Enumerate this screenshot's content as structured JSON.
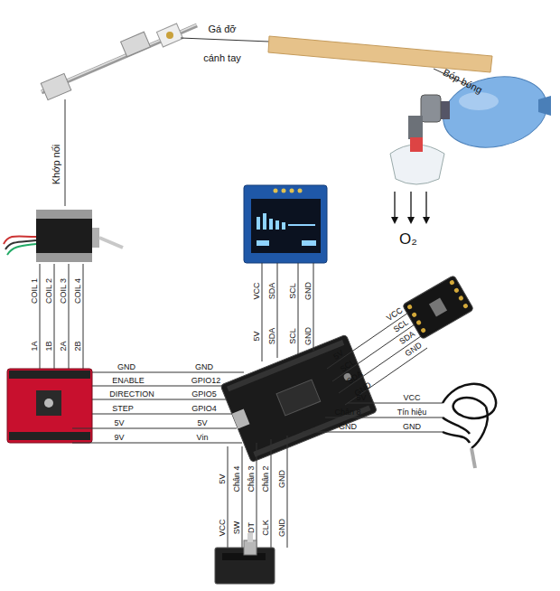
{
  "diagram": {
    "labels": [
      "Gá đỡ",
      "cánh tay",
      "Bóp bóng",
      "Khớp nối",
      "O₂",
      "COIL 1",
      "COIL 2",
      "COIL 3",
      "COIL 4",
      "1A",
      "1B",
      "2A",
      "2B",
      "VCC",
      "SDA",
      "SCL",
      "GND",
      "5V",
      "SDA",
      "SCL",
      "GND",
      "GND",
      "ENABLE",
      "DIRECTION",
      "STEP",
      "5V",
      "9V",
      "GND",
      "GPIO12",
      "GPIO5",
      "GPIO4",
      "5V",
      "Vin",
      "5V",
      "SCL",
      "SDA",
      "GND",
      "VCC",
      "SCL",
      "SDA",
      "GND",
      "5V",
      "Chân 8",
      "GND",
      "VCC",
      "Tín hiệu",
      "GND",
      "5V",
      "Chân 4",
      "Chân 3",
      "Chân 2",
      "GND",
      "VCC",
      "SW",
      "DT",
      "CLK",
      "GND"
    ]
  }
}
